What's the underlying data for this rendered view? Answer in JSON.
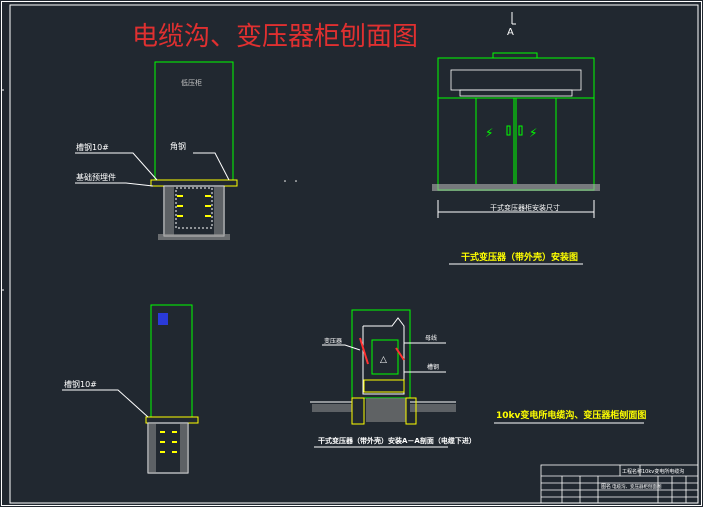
{
  "title": "电缆沟、变压器柜刨面图",
  "section_marker": "A",
  "drawings": {
    "left_top": {
      "cabinet_label": "低压柜",
      "callout_channel": "槽钢10#",
      "callout_angle": "角钢",
      "callout_base": "基础预埋件"
    },
    "left_bottom": {
      "callout_channel": "槽钢10#"
    },
    "right_top": {
      "dimension_label": "干式变压器柜安装尺寸",
      "caption": "干式变压器（带外壳）安装图"
    },
    "center_bottom": {
      "callout_left": "变压器",
      "callout_right_top": "母线",
      "callout_right_mid": "槽钢",
      "caption": "干式变压器（带外壳）安装A－A剖面（电缆下进）"
    },
    "right_caption": "10kv变电所电缆沟、变压器柜刨面图"
  },
  "title_block": {
    "row1_label": "工程名称",
    "row1_value": "10kv变电所电缆沟",
    "row2_label": "图名",
    "row2_value": "电缆沟、变压器柜刨面图"
  },
  "colors": {
    "background": "#212830",
    "frame": "#ffffff",
    "line": "#00ff00",
    "yellow": "#ffff00",
    "red": "#ff3030",
    "gray": "#c8c8c8"
  }
}
